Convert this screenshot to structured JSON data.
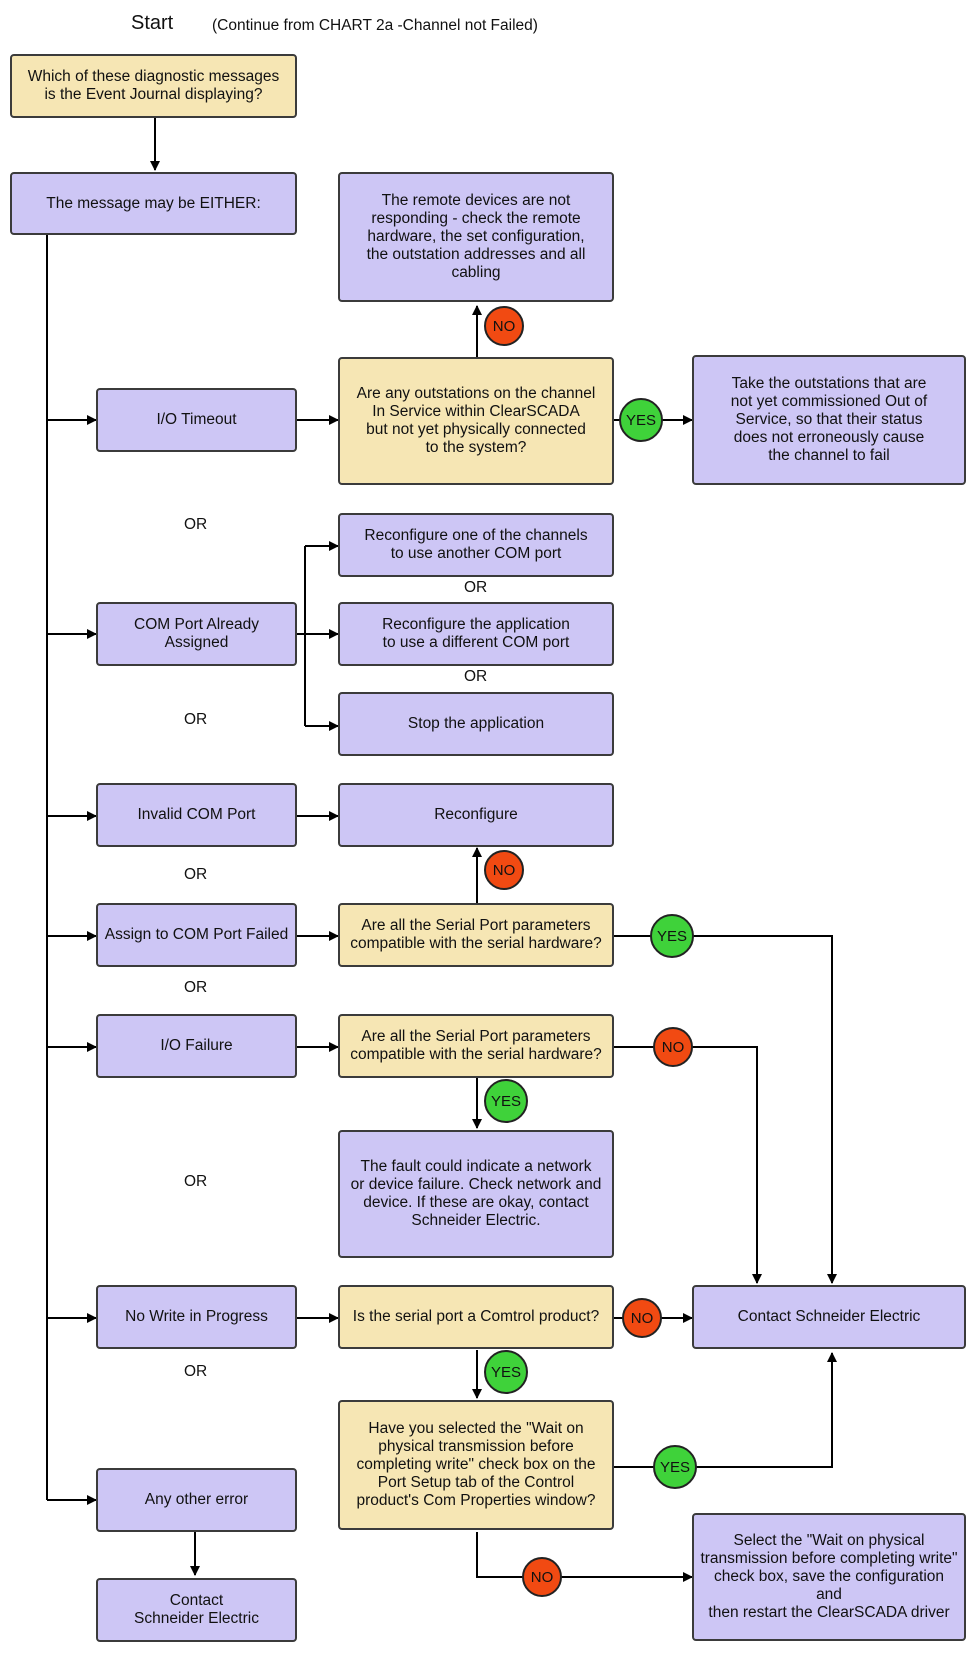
{
  "header": {
    "start": "Start",
    "note": "(Continue from CHART 2a -Channel not Failed)"
  },
  "boxes": {
    "question_messages": "Which of these diagnostic messages\nis the Event Journal displaying?",
    "either": "The message may be EITHER:",
    "remote_not_responding": "The remote devices are not\nresponding - check the remote\nhardware, the set configuration,\nthe outstation addresses and all\ncabling",
    "io_timeout": "I/O Timeout",
    "outstations_question": "Are any outstations on the channel\nIn Service within ClearSCADA\nbut not yet physically connected\nto the system?",
    "take_out_of_service": "Take the outstations that are\nnot yet commissioned Out of\nService, so that their status\ndoes not erroneously cause\nthe channel to fail",
    "reconfigure_channels": "Reconfigure one of the channels\nto use another COM port",
    "com_port_assigned": "COM Port Already\nAssigned",
    "reconfigure_application": "Reconfigure the application\nto use a different COM port",
    "stop_application": "Stop the application",
    "invalid_com_port": "Invalid COM Port",
    "reconfigure": "Reconfigure",
    "assign_failed": "Assign to COM Port Failed",
    "serial_params_q1": "Are all the Serial Port parameters\ncompatible with the serial hardware?",
    "io_failure": "I/O Failure",
    "serial_params_q2": "Are all the Serial Port parameters\ncompatible with the serial hardware?",
    "network_fault": "The fault could indicate a network\nor device failure. Check network and\ndevice. If these are okay, contact\nSchneider Electric.",
    "no_write": "No Write in Progress",
    "comtrol_question": "Is the serial port a Comtrol product?",
    "contact_se_main": "Contact Schneider Electric",
    "wait_question": "Have you selected the \"Wait on\nphysical transmission before\ncompleting write\" check box on the\nPort Setup tab of the Control\nproduct's Com Properties window?",
    "any_other": "Any other error",
    "contact_se_bottom": "Contact\nSchneider Electric",
    "select_wait": "Select the \"Wait on physical\ntransmission before completing write\"\ncheck box, save the configuration and\nthen restart the ClearSCADA driver"
  },
  "connectors": {
    "or": "OR",
    "yes": "YES",
    "no": "NO"
  },
  "colors": {
    "action_fill": "#cdc6f5",
    "question_fill": "#f6e6b4",
    "no_badge": "#f14a12",
    "yes_badge": "#3fd23a",
    "line": "#000000"
  }
}
